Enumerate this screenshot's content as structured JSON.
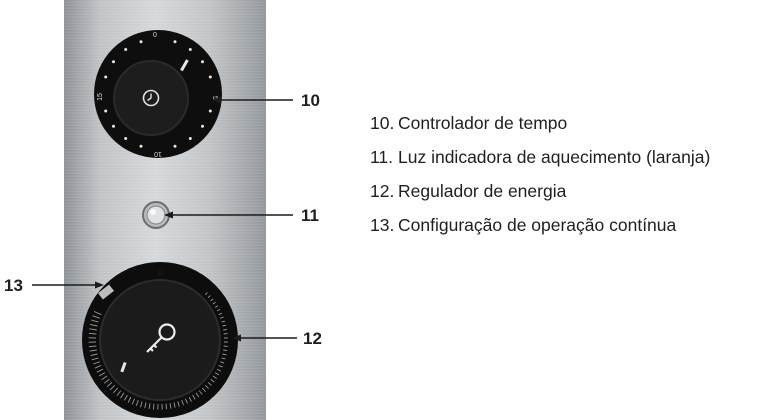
{
  "diagram": {
    "timer_dial": {
      "numbers": [
        "0",
        "5",
        "10",
        "15"
      ]
    },
    "power_dial": {
      "zero_mark": "0"
    },
    "callouts": [
      {
        "num": "10"
      },
      {
        "num": "11"
      },
      {
        "num": "12"
      },
      {
        "num": "13"
      }
    ]
  },
  "legend": {
    "items": [
      {
        "num": "10.",
        "text": "Controlador de tempo"
      },
      {
        "num": "11.",
        "text": "Luz indicadora de aquecimento (laranja)"
      },
      {
        "num": "12.",
        "text": "Regulador de energia"
      },
      {
        "num": "13.",
        "text": "Configuração de operação contínua"
      }
    ]
  }
}
